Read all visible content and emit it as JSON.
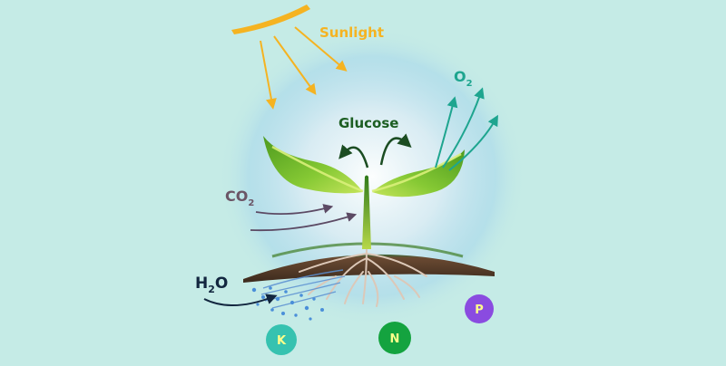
{
  "labels": {
    "sunlight": "Sunlight",
    "glucose": "Glucose",
    "o2_main": "O",
    "o2_sub": "2",
    "co2_main": "CO",
    "co2_sub": "2",
    "h2o_main": "H",
    "h2o_sub": "2",
    "h2o_end": "O"
  },
  "nutrients": [
    {
      "symbol": "K",
      "color": "#36c2b0"
    },
    {
      "symbol": "N",
      "color": "#14a33f"
    },
    {
      "symbol": "P",
      "color": "#8a4be0"
    }
  ],
  "colors": {
    "background": "#c5ebe6",
    "sunlight": "#f5b321",
    "glucose": "#1c5e22",
    "oxygen": "#1ea58f",
    "co2": "#6b5566",
    "water": "#12263f",
    "water_drop": "#4a8fd9",
    "soil": "#4e3b2b",
    "leaf": "#7cc42c",
    "stem": "#8fc43a"
  },
  "icons": [
    "sun-icon",
    "leaf-icon",
    "root-icon",
    "water-drop-icon"
  ]
}
